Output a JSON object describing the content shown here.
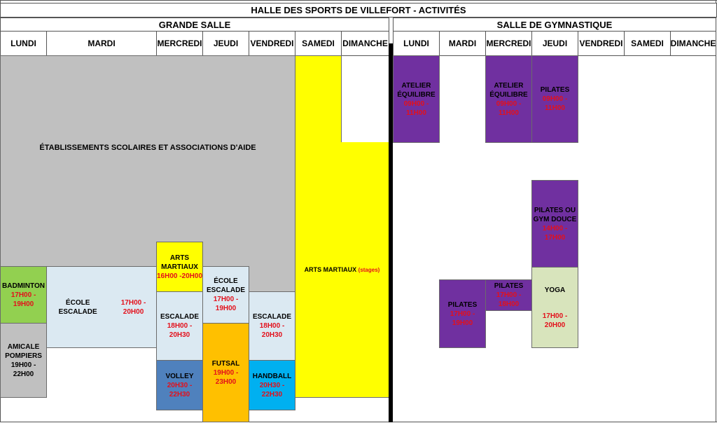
{
  "title": "HALLE DES SPORTS DE VILLEFORT - ACTIVITÉS",
  "grande_salle": {
    "label": "GRANDE SALLE",
    "days": [
      "LUNDI",
      "MARDI",
      "MERCREDI",
      "JEUDI",
      "VENDREDI",
      "SAMEDI",
      "DIMANCHE"
    ],
    "blocks": {
      "etablissements": "ÉTABLISSEMENTS SCOLAIRES ET ASSOCIATIONS D'AIDE",
      "arts_stages_name": "ARTS MARTIAUX",
      "arts_stages_note": "(stages)",
      "badminton_name": "BADMINTON",
      "badminton_time": "17H00 - 19H00",
      "amicale_name": "AMICALE POMPIERS",
      "amicale_time": "19H00 - 22H00",
      "ecole_mardi_name": "ÉCOLE ESCALADE",
      "ecole_mardi_time": "17H00 - 20H00",
      "arts_mercredi_name": "ARTS MARTIAUX",
      "arts_mercredi_time": "16H00 -20H00",
      "escalade_mercredi_name": "ESCALADE",
      "escalade_mercredi_time": "18H00 - 20H30",
      "volley_name": "VOLLEY",
      "volley_time": "20H30 - 22H30",
      "ecole_jeudi_name": "ÉCOLE ESCALADE",
      "ecole_jeudi_time": "17H00 - 19H00",
      "futsal_name": "FUTSAL",
      "futsal_time": "19H00 - 23H00",
      "escalade_vendredi_name": "ESCALADE",
      "escalade_vendredi_time": "18H00 - 20H30",
      "handball_name": "HANDBALL",
      "handball_time": "20H30 - 22H30"
    }
  },
  "salle_gym": {
    "label": "SALLE DE GYMNASTIQUE",
    "days": [
      "LUNDI",
      "MARDI",
      "MERCREDI",
      "JEUDI",
      "VENDREDI",
      "SAMEDI",
      "DIMANCHE"
    ],
    "blocks": {
      "atelier_lundi_name": "ATELIER ÉQUILIBRE",
      "atelier_lundi_time": "09H00 - 11H00",
      "atelier_mercredi_name": "ATELIER ÉQUILIBRE",
      "atelier_mercredi_time": "09H00 - 11H00",
      "pilates_jeudi_am_name": "PILATES",
      "pilates_jeudi_am_time": "09H00 - 11H00",
      "pilates_gym_name": "PILATES OU GYM DOUCE",
      "pilates_gym_time": "14H00 - 17H00",
      "pilates_mardi_name": "PILATES",
      "pilates_mardi_time": "17H00 - 19H00",
      "pilates_mercredi_name": "PILATES",
      "pilates_mercredi_time": "17H00 - 18H00",
      "yoga_name": "YOGA",
      "yoga_time": "17H00 - 20H00"
    }
  },
  "colors": {
    "grey": "#c0c0c0",
    "yellow": "#ffff00",
    "green": "#92d050",
    "light_blue": "#dbe9f2",
    "steel_blue": "#4f81bd",
    "orange": "#ffc000",
    "cyan": "#00b0f0",
    "purple": "#7030a0",
    "pale_green": "#d8e4bc",
    "time_red": "#e3101b"
  }
}
